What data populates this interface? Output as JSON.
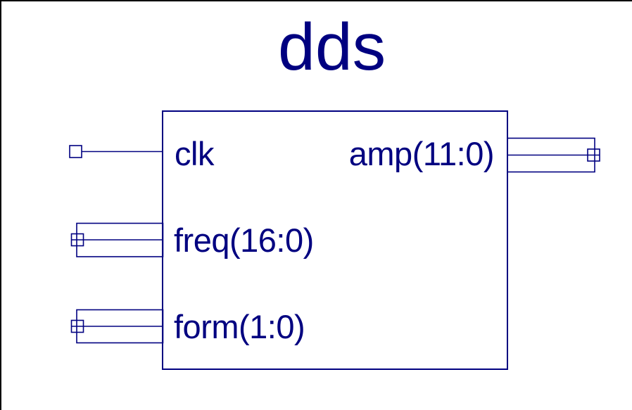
{
  "diagram": {
    "title": "dds",
    "block_name": "dds",
    "colors": {
      "background": "#ffffff",
      "border": "#000000",
      "line": "#000080",
      "text": "#000080"
    },
    "ports": {
      "inputs": [
        {
          "name": "clk",
          "label": "clk",
          "kind": "wire",
          "side": "left"
        },
        {
          "name": "freq",
          "label": "freq(16:0)",
          "kind": "bus",
          "side": "left"
        },
        {
          "name": "form",
          "label": "form(1:0)",
          "kind": "bus",
          "side": "left"
        }
      ],
      "outputs": [
        {
          "name": "amp",
          "label": "amp(11:0)",
          "kind": "bus",
          "side": "right"
        }
      ]
    }
  }
}
